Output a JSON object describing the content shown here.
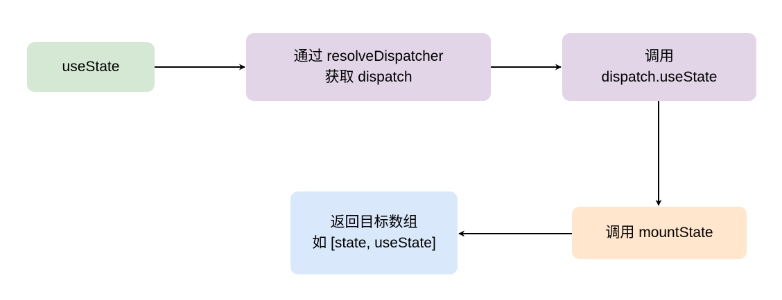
{
  "colors": {
    "green": "#d5e8d4",
    "purple": "#e1d5e7",
    "orange": "#ffe6cc",
    "blue": "#dae8fc",
    "edge": "#000000"
  },
  "nodes": {
    "use_state": {
      "lines": [
        "useState"
      ]
    },
    "get_dispatch": {
      "lines": [
        "通过 resolveDispatcher",
        "获取 dispatch"
      ]
    },
    "call_dispatch": {
      "lines": [
        "调用",
        "dispatch.useState"
      ]
    },
    "mount_state": {
      "lines": [
        "调用 mountState"
      ]
    },
    "return_array": {
      "lines": [
        "返回目标数组",
        "如 [state, useState]"
      ]
    }
  }
}
